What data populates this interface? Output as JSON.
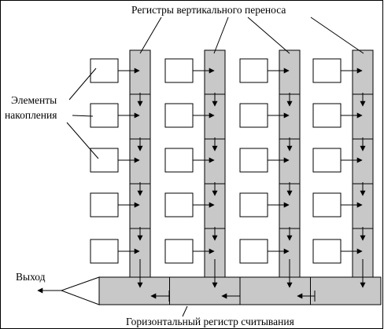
{
  "labels": {
    "top": "Регистры вертикального переноса",
    "elements_line1": "Элементы",
    "elements_line2": "накопления",
    "output": "Выход",
    "bottom": "Горизонтальный регистр считывания"
  },
  "grid": {
    "columns": 4,
    "rows": 5,
    "horizontal_segments": 4
  },
  "colors": {
    "register_fill": "#c8c8c8",
    "line": "#000000",
    "background": "#ffffff"
  }
}
